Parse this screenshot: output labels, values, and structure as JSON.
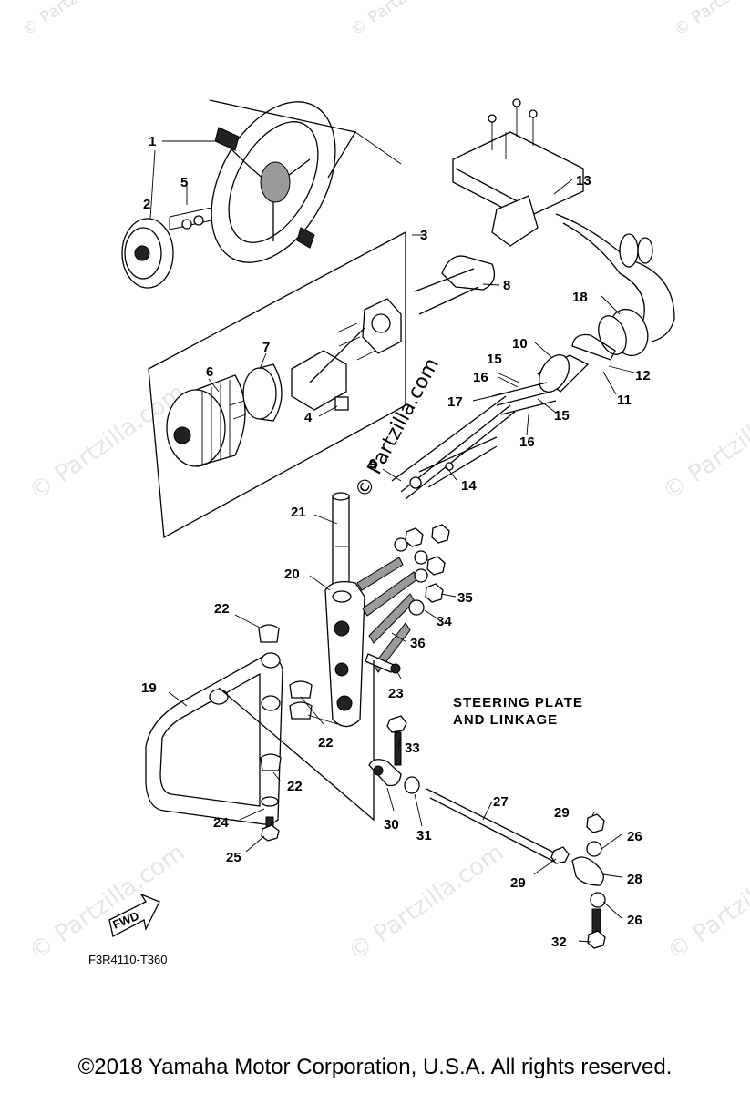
{
  "diagram": {
    "title_line1": "STEERING PLATE",
    "title_line2": "AND LINKAGE",
    "figure_code": "F3R4110-T360",
    "fwd_label": "FWD",
    "watermark_center": "© Partzilla.com",
    "watermark_small": "© Partzilla.com",
    "copyright": "©2018  Yamaha Motor Corporation, U.S.A. All rights reserved."
  },
  "callouts": {
    "c1": "1",
    "c2": "2",
    "c3": "3",
    "c4": "4",
    "c5": "5",
    "c6": "6",
    "c7": "7",
    "c8": "8",
    "c9": "9",
    "c10": "10",
    "c11": "11",
    "c12": "12",
    "c13": "13",
    "c14": "14",
    "c15a": "15",
    "c15b": "15",
    "c16a": "16",
    "c16b": "16",
    "c17": "17",
    "c18": "18",
    "c19": "19",
    "c20": "20",
    "c21": "21",
    "c22a": "22",
    "c22b": "22",
    "c22c": "22",
    "c23": "23",
    "c24": "24",
    "c25": "25",
    "c26a": "26",
    "c26b": "26",
    "c27": "27",
    "c28": "28",
    "c29a": "29",
    "c29b": "29",
    "c30": "30",
    "c31": "31",
    "c32": "32",
    "c33": "33",
    "c34": "34",
    "c35": "35",
    "c36": "36"
  }
}
